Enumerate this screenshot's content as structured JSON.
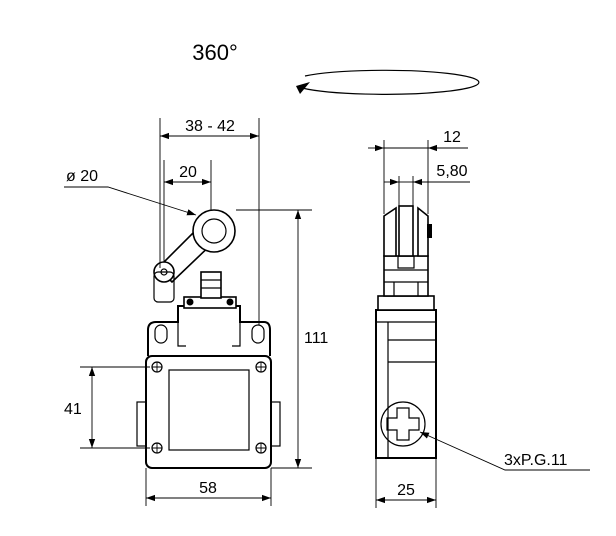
{
  "rotation": {
    "label": "360°"
  },
  "front_view": {
    "dim_width_range": "38 - 42",
    "dim_roller_offset": "20",
    "dim_roller_diameter": "ø 20",
    "dim_height_total": "111",
    "dim_mount_spacing": "41",
    "dim_body_width": "58"
  },
  "side_view": {
    "dim_head_width": "12",
    "dim_roller_width": "5,80",
    "dim_body_depth": "25",
    "dim_conduit": "3xP.G.11"
  }
}
